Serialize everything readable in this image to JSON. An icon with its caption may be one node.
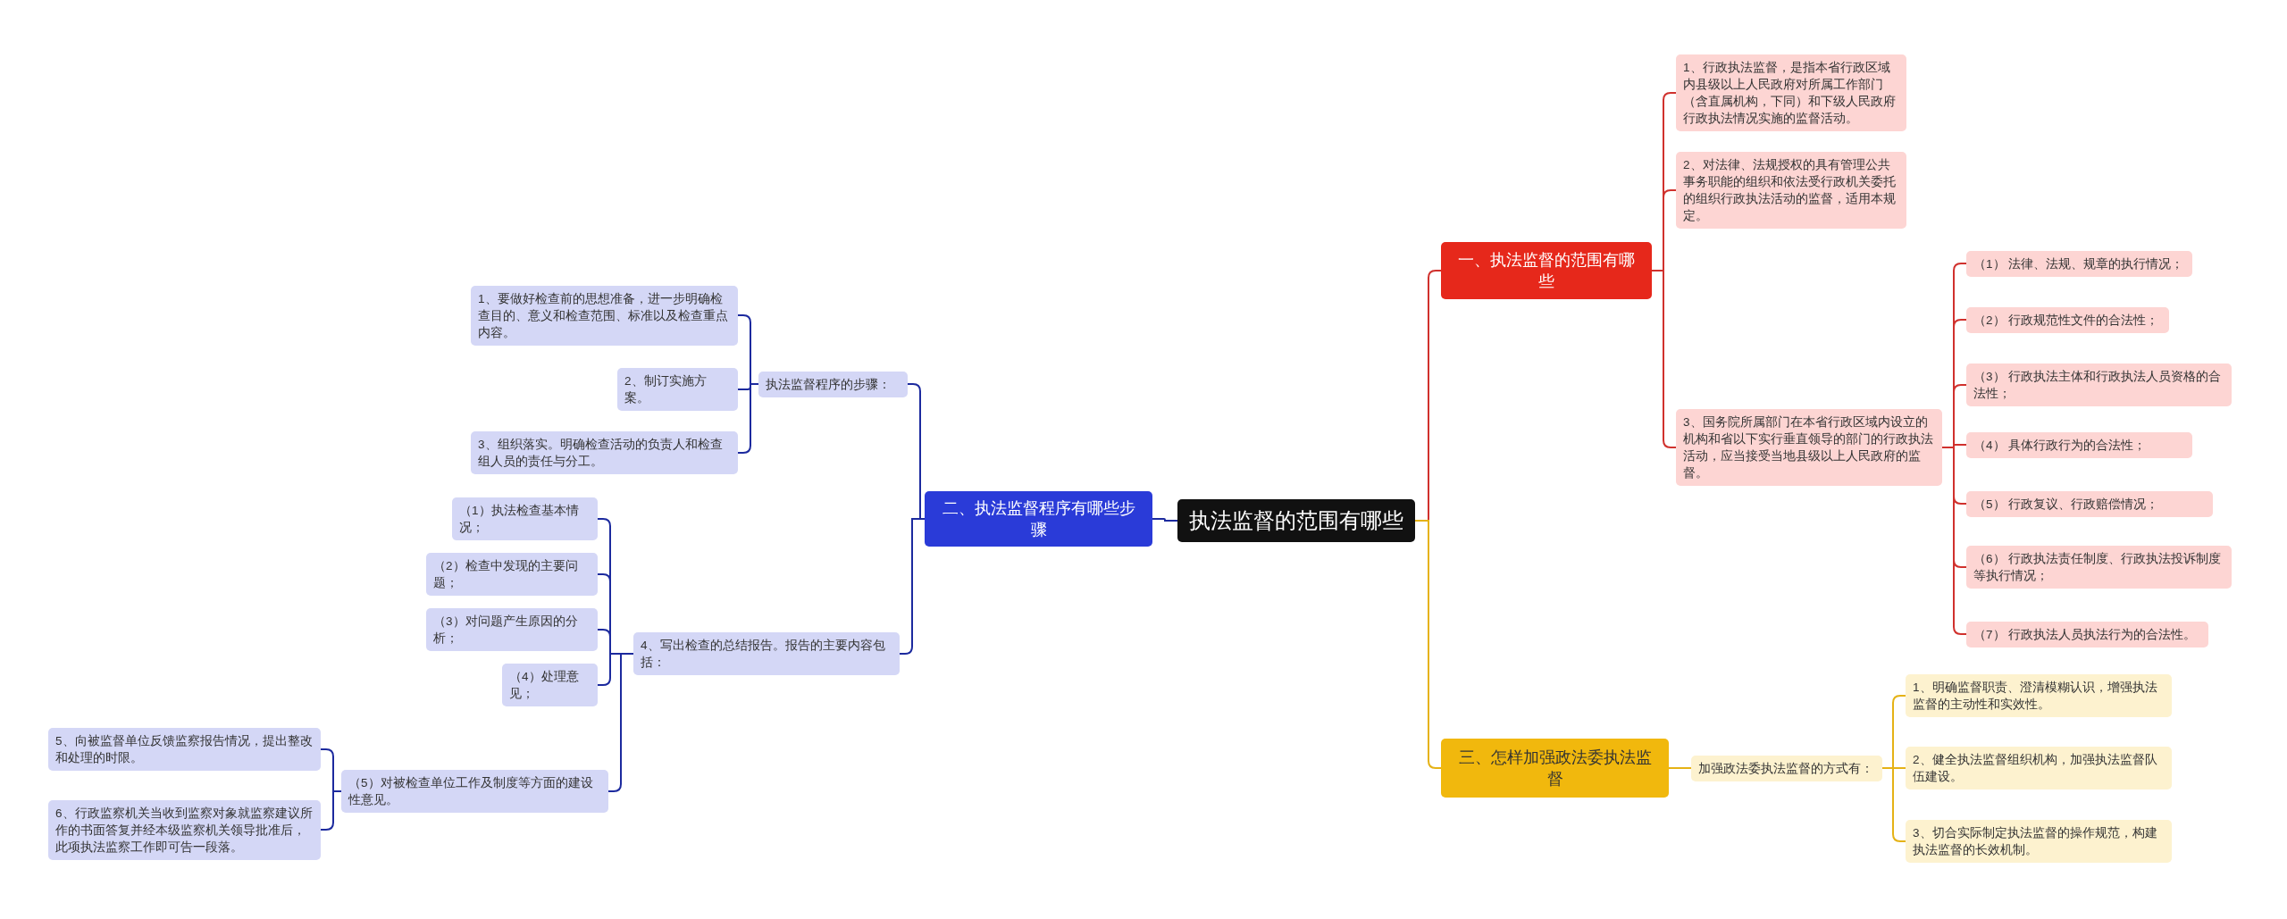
{
  "diagram": {
    "nodes": [
      {
        "text": [
          "执法监督的范围有哪些"
        ]
      },
      {
        "text": [
          "一、执法监督的范围有哪些"
        ]
      },
      {
        "text": [
          "1、行政执法监督，是指本省行政区域内县级以上人民政府对所属工作部门（含直属机构，下同）和下级人民政府行政执法情况实施的监督活动。"
        ]
      },
      {
        "text": [
          "2、对法律、法规授权的具有管理公共事务职能的组织和依法受行政机关委托的组织行政执法活动的监督，适用本规定。"
        ]
      },
      {
        "text": [
          "3、国务院所属部门在本省行政区域内设立的机构和省以下实行垂直领导的部门的行政执法活动，应当接受当地县级以上人民政府的监督。"
        ]
      },
      {
        "text": [
          "（1） 法律、法规、规章的执行情况；"
        ]
      },
      {
        "text": [
          "（2） 行政规范性文件的合法性；"
        ]
      },
      {
        "text": [
          "（3） 行政执法主体和行政执法人员资格的合法性；"
        ]
      },
      {
        "text": [
          "（4） 具体行政行为的合法性；"
        ]
      },
      {
        "text": [
          "（5） 行政复议、行政赔偿情况；"
        ]
      },
      {
        "text": [
          "（6） 行政执法责任制度、行政执法投诉制度等执行情况；"
        ]
      },
      {
        "text": [
          "（7） 行政执法人员执法行为的合法性。"
        ]
      },
      {
        "text": [
          "三、怎样加强政法委执法监督"
        ]
      },
      {
        "text": [
          "加强政法委执法监督的方式有："
        ]
      },
      {
        "text": [
          "1、明确监督职责、澄清模糊认识，增强执法监督的主动性和实效性。"
        ]
      },
      {
        "text": [
          "2、健全执法监督组织机构，加强执法监督队伍建设。"
        ]
      },
      {
        "text": [
          "3、切合实际制定执法监督的操作规范，构建执法监督的长效机制。"
        ]
      },
      {
        "text": [
          "二、执法监督程序有哪些步骤"
        ]
      },
      {
        "text": [
          "执法监督程序的步骤："
        ]
      },
      {
        "text": [
          "1、要做好检查前的思想准备，进一步明确检查目的、意义和检查范围、标准以及检查重点内容。"
        ]
      },
      {
        "text": [
          "2、制订实施方案。"
        ]
      },
      {
        "text": [
          "3、组织落实。明确检查活动的负责人和检查组人员的责任与分工。"
        ]
      },
      {
        "text": [
          "4、写出检查的总结报告。报告的主要内容包括："
        ]
      },
      {
        "text": [
          "（1）执法检查基本情况；"
        ]
      },
      {
        "text": [
          "（2）检查中发现的主要问题；"
        ]
      },
      {
        "text": [
          "（3）对问题产生原因的分析；"
        ]
      },
      {
        "text": [
          "（4）处理意见；"
        ]
      },
      {
        "text": [
          "（5）对被检查单位工作及制度等方面的建设性意见。"
        ]
      },
      {
        "text": [
          "5、向被监督单位反馈监察报告情况，提出整改和处理的时限。"
        ]
      },
      {
        "text": [
          "6、行政监察机关当收到监察对象就监察建议所作的书面答复并经本级监察机关领导批准后，此项执法监察工作即可告一段落。"
        ]
      }
    ],
    "edges": [
      {
        "from": 0,
        "to": 1,
        "arrow": "none",
        "color": "#d0312d"
      },
      {
        "from": 1,
        "to": 2,
        "arrow": "none",
        "color": "#d0312d"
      },
      {
        "from": 1,
        "to": 3,
        "arrow": "none",
        "color": "#d0312d"
      },
      {
        "from": 1,
        "to": 4,
        "arrow": "none",
        "color": "#d0312d"
      },
      {
        "from": 4,
        "to": 5,
        "arrow": "none",
        "color": "#d0312d"
      },
      {
        "from": 4,
        "to": 6,
        "arrow": "none",
        "color": "#d0312d"
      },
      {
        "from": 4,
        "to": 7,
        "arrow": "none",
        "color": "#d0312d"
      },
      {
        "from": 4,
        "to": 8,
        "arrow": "none",
        "color": "#d0312d"
      },
      {
        "from": 4,
        "to": 9,
        "arrow": "none",
        "color": "#d0312d"
      },
      {
        "from": 4,
        "to": 10,
        "arrow": "none",
        "color": "#d0312d"
      },
      {
        "from": 4,
        "to": 11,
        "arrow": "none",
        "color": "#d0312d"
      },
      {
        "from": 0,
        "to": 12,
        "arrow": "none",
        "color": "#e5b215"
      },
      {
        "from": 12,
        "to": 13,
        "arrow": "none",
        "color": "#e5b215"
      },
      {
        "from": 13,
        "to": 14,
        "arrow": "none",
        "color": "#e5b215"
      },
      {
        "from": 13,
        "to": 15,
        "arrow": "none",
        "color": "#e5b215"
      },
      {
        "from": 13,
        "to": 16,
        "arrow": "none",
        "color": "#e5b215"
      },
      {
        "from": 0,
        "to": 17,
        "arrow": "none"
      },
      {
        "from": 17,
        "to": 18,
        "arrow": "none"
      },
      {
        "from": 18,
        "to": 19,
        "arrow": "none"
      },
      {
        "from": 18,
        "to": 20,
        "arrow": "none"
      },
      {
        "from": 18,
        "to": 21,
        "arrow": "none"
      },
      {
        "from": 17,
        "to": 22,
        "arrow": "none"
      },
      {
        "from": 22,
        "to": 23,
        "arrow": "none"
      },
      {
        "from": 22,
        "to": 24,
        "arrow": "none"
      },
      {
        "from": 22,
        "to": 25,
        "arrow": "none"
      },
      {
        "from": 22,
        "to": 26,
        "arrow": "none"
      },
      {
        "from": 22,
        "to": 27,
        "arrow": "none"
      },
      {
        "from": 27,
        "to": 28,
        "arrow": "none"
      },
      {
        "from": 27,
        "to": 29,
        "arrow": "none"
      }
    ]
  }
}
